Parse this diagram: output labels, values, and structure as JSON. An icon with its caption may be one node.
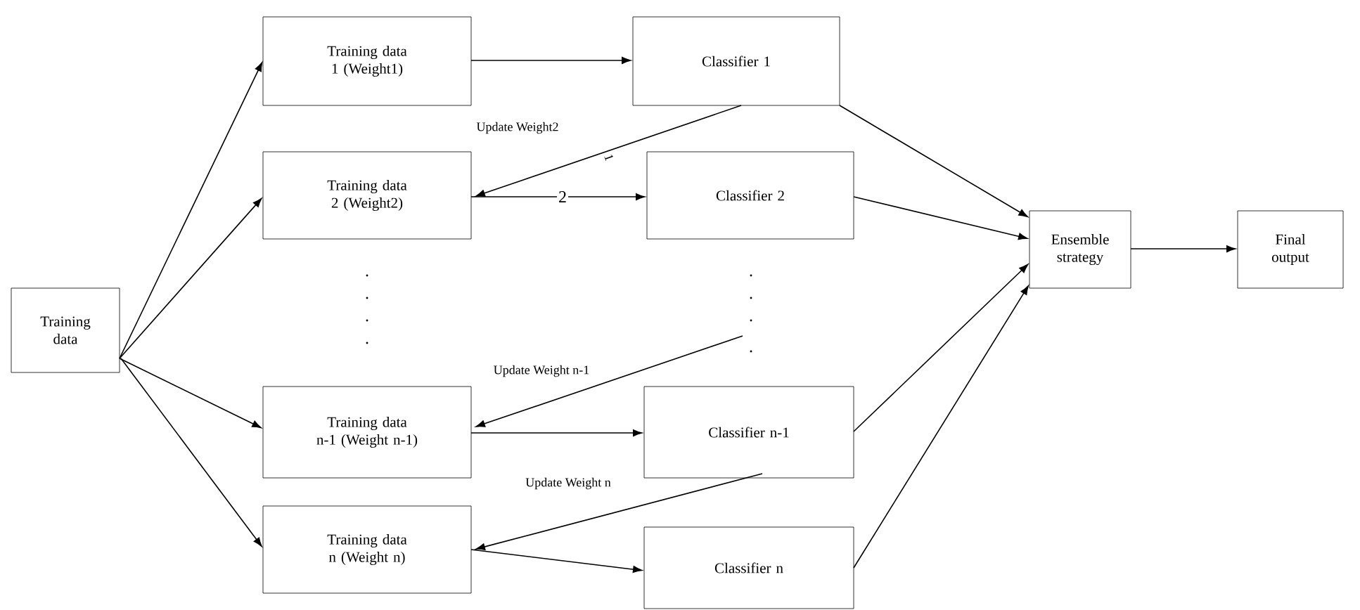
{
  "diagram": {
    "nodes": [
      {
        "text": [
          "Training data"
        ]
      },
      {
        "text": [
          "Training data 1 (Weight1)"
        ]
      },
      {
        "text": [
          "Classifier 1"
        ]
      },
      {
        "text": [
          "Training data 2 (Weight2)"
        ]
      },
      {
        "text": [
          "Classifier 2"
        ]
      },
      {
        "text": [
          "Training data n-1 (Weight n-1)"
        ]
      },
      {
        "text": [
          "Classifier n-1"
        ]
      },
      {
        "text": [
          "Training data n (Weight n)"
        ]
      },
      {
        "text": [
          "Classifier n"
        ]
      },
      {
        "text": [
          "Ensemble strategy"
        ]
      },
      {
        "text": [
          "Final output"
        ]
      }
    ],
    "edges": [
      {
        "from": 0,
        "to": 1,
        "arrow": "to"
      },
      {
        "from": 0,
        "to": 3,
        "arrow": "to"
      },
      {
        "from": 0,
        "to": 5,
        "arrow": "to"
      },
      {
        "from": 0,
        "to": 7,
        "arrow": "to"
      },
      {
        "from": 1,
        "to": 2,
        "arrow": "to"
      },
      {
        "from": 2,
        "to": 3,
        "arrow": "to",
        "label": "Update Weight2"
      },
      {
        "from": 3,
        "to": 4,
        "arrow": "to",
        "label": "2"
      },
      {
        "from": null,
        "to": 5,
        "arrow": "to",
        "label": "Update Weight n-1"
      },
      {
        "from": 5,
        "to": 6,
        "arrow": "to"
      },
      {
        "from": 6,
        "to": 7,
        "arrow": "to",
        "label": "Update Weight n"
      },
      {
        "from": 7,
        "to": 8,
        "arrow": "to"
      },
      {
        "from": 2,
        "to": 9,
        "arrow": "to"
      },
      {
        "from": 4,
        "to": 9,
        "arrow": "to"
      },
      {
        "from": 6,
        "to": 9,
        "arrow": "to"
      },
      {
        "from": 8,
        "to": 9,
        "arrow": "to"
      },
      {
        "from": 9,
        "to": 10,
        "arrow": "to"
      }
    ],
    "labels": [
      "1"
    ]
  }
}
